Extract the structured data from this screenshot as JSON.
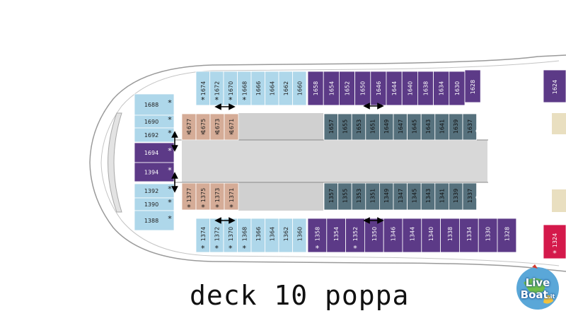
{
  "caption": "deck 10 poppa",
  "logo": {
    "name": "Live",
    "name2": "Boat",
    "suffix": ".it"
  },
  "colors": {
    "inside_blue": "#aed7ea",
    "suite_purple": "#5c3a87",
    "balcony_teal": "#56717d",
    "salmon": "#d5ac97",
    "corridor": "#d0d0d0",
    "red": "#d4194b",
    "cream": "#e9dfc0"
  },
  "cabins": {
    "top_blue": [
      "1674",
      "1672",
      "1670",
      "1668",
      "1666",
      "1664",
      "1662",
      "1660"
    ],
    "top_blue_star": [
      true,
      true,
      true,
      true,
      false,
      false,
      false,
      false
    ],
    "top_purple": [
      "1658",
      "1654",
      "1652",
      "1650",
      "1646",
      "1644",
      "1640",
      "1638",
      "1634",
      "1630",
      "1628",
      "1624"
    ],
    "top_inner_salmon": [
      "1677",
      "1675",
      "1673",
      "1671"
    ],
    "top_inner_teal": [
      "1657",
      "1655",
      "1653",
      "1651",
      "1649",
      "1647",
      "1645",
      "1643",
      "1641",
      "1639",
      "1637"
    ],
    "bottom_inner_salmon": [
      "1377",
      "1375",
      "1373",
      "1371"
    ],
    "bottom_inner_teal": [
      "1357",
      "1355",
      "1353",
      "1351",
      "1349",
      "1347",
      "1345",
      "1343",
      "1341",
      "1339",
      "1337"
    ],
    "bottom_blue": [
      "1374",
      "1372",
      "1370",
      "1368",
      "1366",
      "1364",
      "1362",
      "1360"
    ],
    "bottom_blue_star": [
      true,
      true,
      true,
      true,
      false,
      false,
      false,
      false
    ],
    "bottom_purple": [
      "1358",
      "1354",
      "1352",
      "1350",
      "1346",
      "1344",
      "1340",
      "1338",
      "1334",
      "1330",
      "1328"
    ],
    "bottom_purple_star": [
      true,
      false,
      true,
      false,
      false,
      false,
      false,
      false,
      false,
      false,
      false
    ],
    "bottom_red": "1324",
    "stern": [
      "1688",
      "1690",
      "1692",
      "1694",
      "1394",
      "1392",
      "1390",
      "1388"
    ]
  },
  "star": "*",
  "accessible_icon": "wheelchair-icon"
}
